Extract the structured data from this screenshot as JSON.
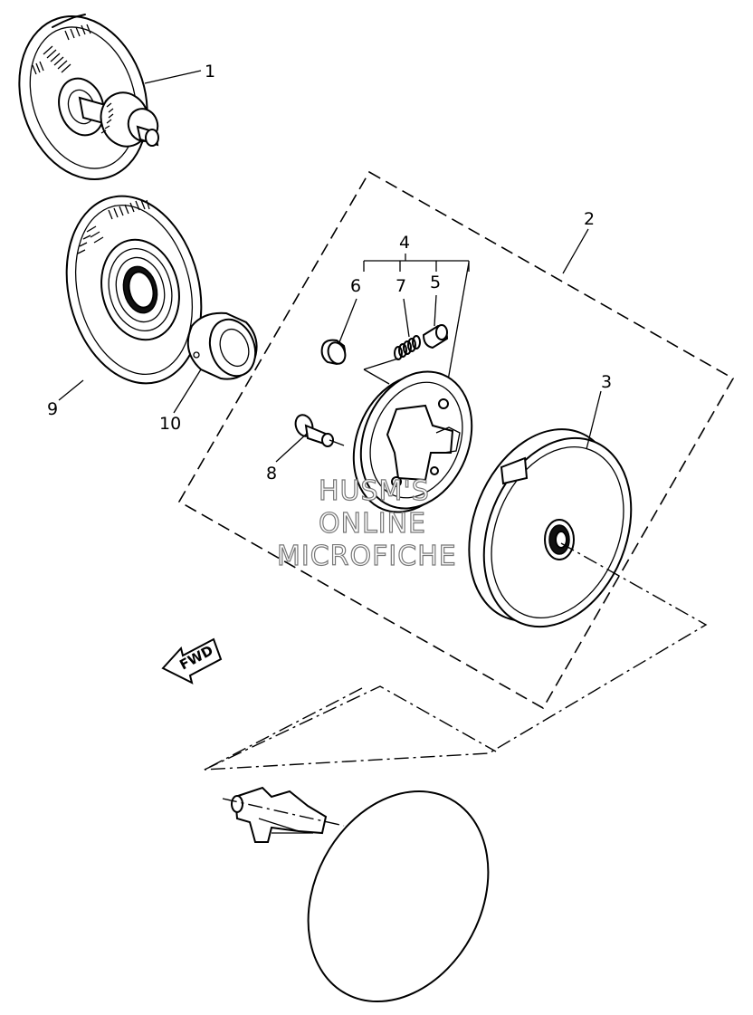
{
  "callouts": {
    "c1": "1",
    "c2": "2",
    "c3": "3",
    "c4": "4",
    "c5": "5",
    "c6": "6",
    "c7": "7",
    "c8": "8",
    "c9": "9",
    "c10": "10"
  },
  "watermark": {
    "line1": "HUSM'S",
    "line2": "ONLINE",
    "line3": "MICROFICHE"
  },
  "direction_arrow": {
    "label": "FWD"
  }
}
